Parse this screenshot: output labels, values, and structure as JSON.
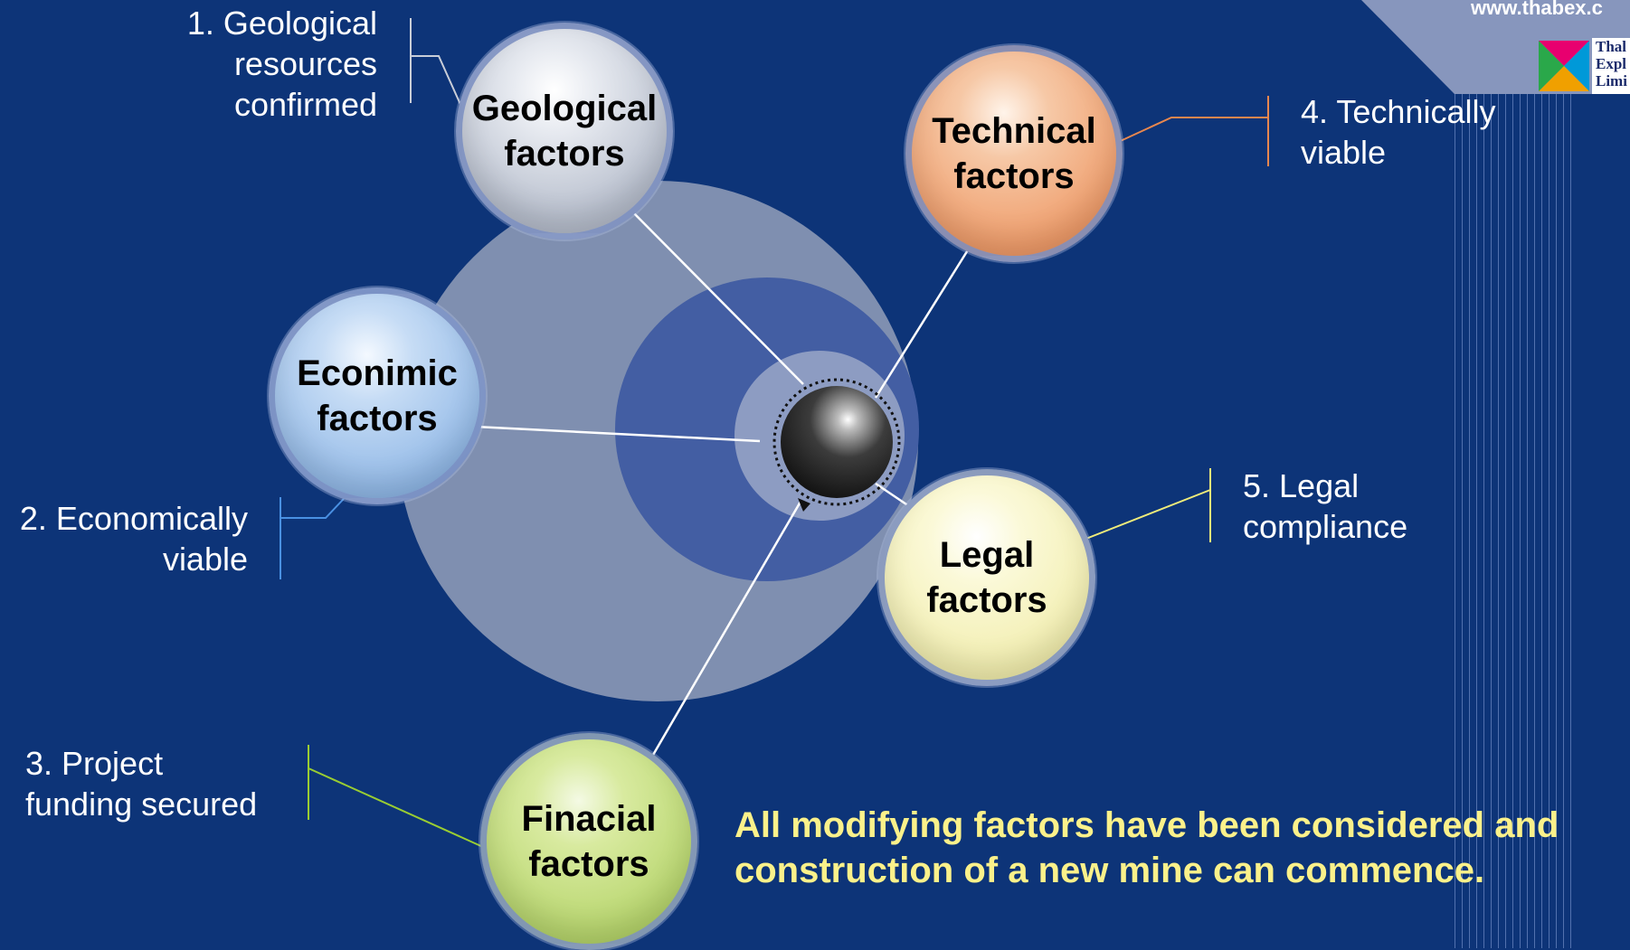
{
  "factors": [
    {
      "key": "geo",
      "line1": "Geological",
      "line2": "factors",
      "color": "#c3c9d6"
    },
    {
      "key": "eco",
      "line1": "Econimic",
      "line2": "factors",
      "color": "#9fc3ec"
    },
    {
      "key": "fin",
      "line1": "Finacial",
      "line2": "factors",
      "color": "#c2dc7e"
    },
    {
      "key": "tech",
      "line1": "Technical",
      "line2": "factors",
      "color": "#f2a87a"
    },
    {
      "key": "leg",
      "line1": "Legal",
      "line2": "factors",
      "color": "#f4f0b6"
    }
  ],
  "notes": {
    "geo": {
      "lines": [
        "1. Geological",
        "resources",
        "confirmed"
      ],
      "color": "#c8cdd8"
    },
    "eco": {
      "lines": [
        "2. Economically",
        "viable"
      ],
      "color": "#4a90e2"
    },
    "fin": {
      "lines": [
        "3. Project",
        "funding secured"
      ],
      "color": "#9acd32"
    },
    "tech": {
      "lines": [
        "4. Technically",
        "viable"
      ],
      "color": "#e8874e"
    },
    "leg": {
      "lines": [
        "5. Legal",
        "compliance"
      ],
      "color": "#f0ec7a"
    }
  },
  "conclusion": {
    "line1": "All modifying factors have been considered and",
    "line2": "construction of a new mine can commence."
  },
  "branding": {
    "website": "www.thabex.c",
    "logo_lines": [
      "Thal",
      "Expl",
      "Limi"
    ]
  },
  "colors": {
    "background": "#0d3478",
    "outer_disc": "#7f8fb0",
    "middle_disc": "#435ea3",
    "inner_disc": "#8d9cc2",
    "core_sphere": "#2a2a2a",
    "conclusion_text": "#fbf18a"
  }
}
